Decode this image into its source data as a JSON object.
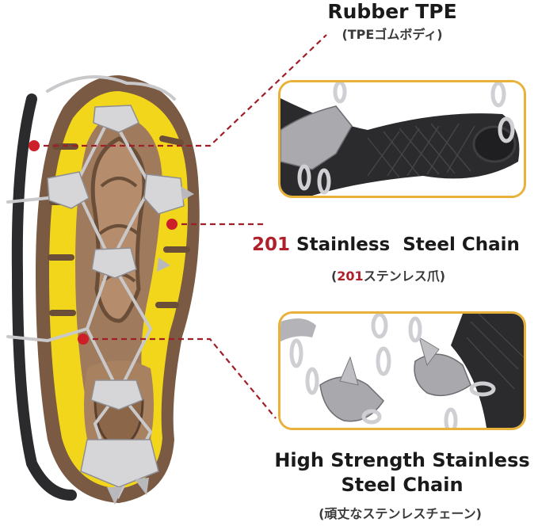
{
  "colors": {
    "accent_red": "#b0202a",
    "callout_dot": "#cc1f2a",
    "inset_border": "#e8b23a",
    "sole_yellow": "#f2d61c",
    "sole_brown": "#8a6a4f",
    "rubber_black": "#2b2b2e",
    "steel": "#c9c9cc"
  },
  "callouts": [
    {
      "id": "rubber-tpe",
      "title": "Rubber TPE",
      "subtitle": "(TPEゴムボディ)",
      "inset_description": "Close-up of black TPE rubber strap with diamond texture and steel chain link"
    },
    {
      "id": "stainless-chain",
      "title_number": "201",
      "title_text": " Stainless  Steel Chain",
      "subtitle_open": "(",
      "subtitle_number": "201",
      "subtitle_text": "ステンレス爪)"
    },
    {
      "id": "high-strength-chain",
      "title_line1": "High Strength Stainless",
      "title_line2": "Steel Chain",
      "subtitle": "(頑丈なステンレスチェーン)",
      "inset_description": "Close-up of stainless steel spike plates connected by chain links"
    }
  ],
  "product_image": {
    "description": "Shoe sole with yellow lugs fitted with stainless steel ice cleat chain crampon and black rubber harness"
  }
}
